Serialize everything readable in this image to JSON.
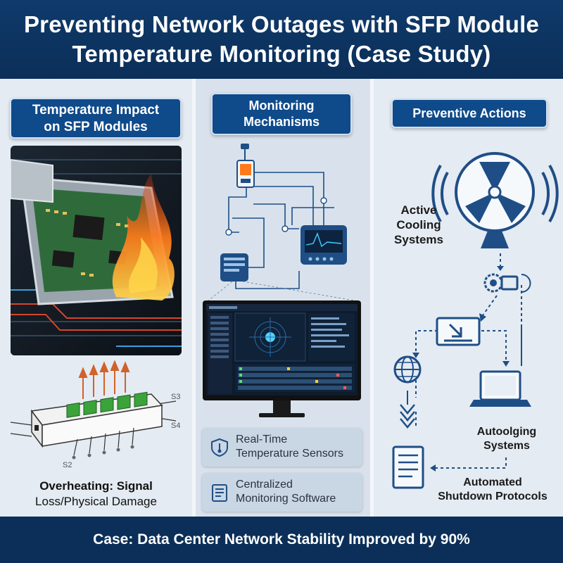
{
  "header": {
    "title_line1": "Preventing Network Outages with SFP Module",
    "title_line2": "Temperature Monitoring (Case Study)"
  },
  "left": {
    "heading_line1": "Temperature Impact",
    "heading_line2": "on SFP Modules",
    "diagram_labels": [
      "S3",
      "S4",
      "S2"
    ],
    "caption_line1": "Overheating: Signal",
    "caption_line2": "Loss/Physical Damage"
  },
  "middle": {
    "heading_line1": "Monitoring",
    "heading_line2": "Mechanisms",
    "cards": [
      {
        "icon": "shield-icon",
        "line1": "Real-Time",
        "line2": "Temperature Sensors"
      },
      {
        "icon": "document-icon",
        "line1": "Centralized",
        "line2": "Monitoring Software"
      }
    ]
  },
  "right": {
    "heading": "Preventive Actions",
    "active_cooling_line1": "Active",
    "active_cooling_line2": "Cooling",
    "active_cooling_line3": "Systems",
    "autoolging_line1": "Autoolging",
    "autoolging_line2": "Systems",
    "shutdown_line1": "Automated",
    "shutdown_line2": "Shutdown Protocols"
  },
  "footer": {
    "text": "Case: Data Center Network Stability Improved by 90%"
  },
  "colors": {
    "navy": "#0b2f58",
    "pill_blue": "#0f4a8a",
    "icon_blue": "#1f4e86",
    "flame": "#ff7a1a"
  }
}
